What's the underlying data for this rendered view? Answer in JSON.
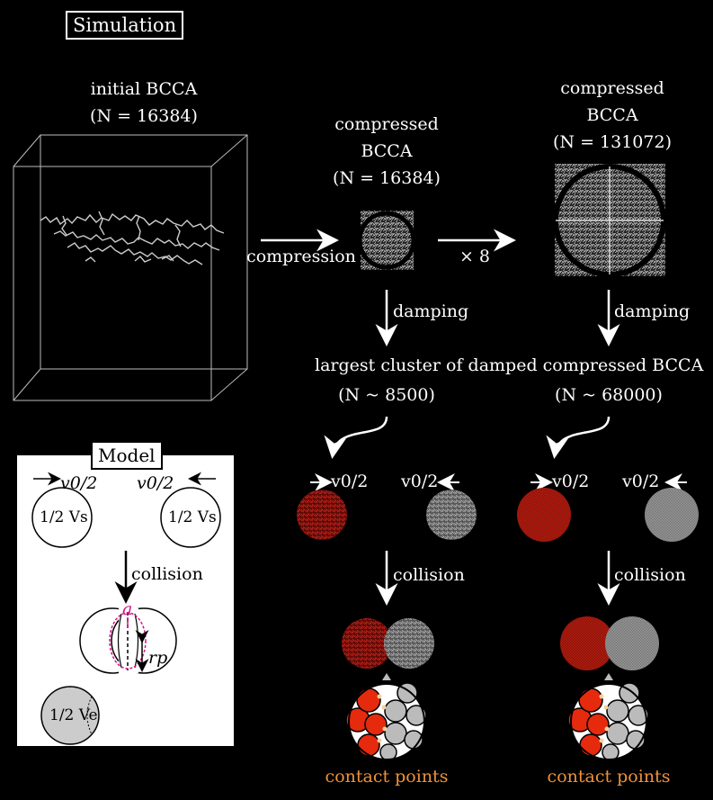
{
  "title": "Simulation",
  "initial": {
    "label": "initial BCCA",
    "n": "(N = 16384)"
  },
  "compressed_small": {
    "line1": "compressed",
    "line2": "BCCA",
    "n": "(N = 16384)"
  },
  "compressed_large": {
    "line1": "compressed",
    "line2": "BCCA",
    "n": "(N = 131072)"
  },
  "arrows": {
    "compression": "compression",
    "times8": "× 8",
    "damping_left": "damping",
    "damping_right": "damping",
    "collision_left": "collision",
    "collision_right": "collision"
  },
  "largest_cluster": "largest cluster of damped compressed BCCA",
  "n_left": "(N ~ 8500)",
  "n_right": "(N ~ 68000)",
  "velocity_left": "v0/2",
  "velocity_right": "v0/2",
  "contact_left": "contact points",
  "contact_right": "contact points",
  "model": {
    "title": "Model",
    "v_left": "v0/2",
    "v_right": "v0/2",
    "vs_left": "1/2 Vs",
    "vs_right": "1/2 Vs",
    "collision": "collision",
    "a_label": "a",
    "rp_label": "rp",
    "ve_label": "1/2 Ve"
  },
  "colors": {
    "red": "#a01a10",
    "gray": "#8a8a8a",
    "orange": "#f0923a",
    "magenta": "#d4148a",
    "bright_red": "#e52a0e"
  }
}
